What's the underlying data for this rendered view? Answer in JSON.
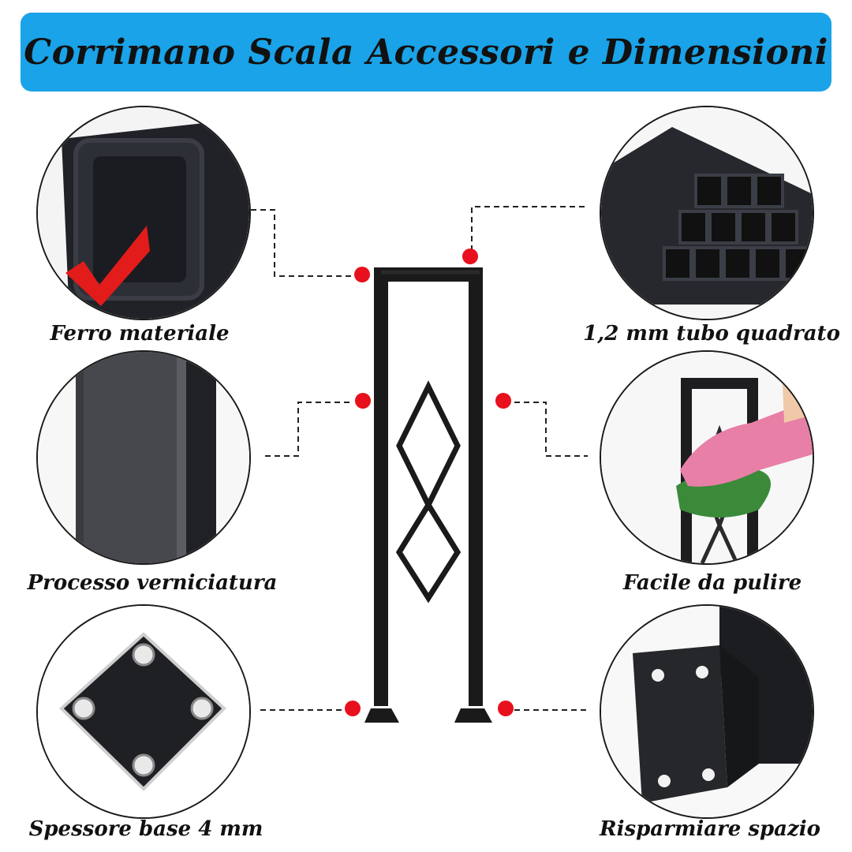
{
  "header": {
    "title": "Corrimano Scala Accessori e Dimensioni"
  },
  "colors": {
    "banner": "#1aa3e8",
    "marker": "#e8101c",
    "metal": "#1a1a1a",
    "check": "#e21b1b"
  },
  "features": [
    {
      "label": "Ferro materiale",
      "icon": "square-tube-end-checkmark"
    },
    {
      "label": "1,2 mm tubo quadrato",
      "icon": "stacked-square-tubes"
    },
    {
      "label": "Processo verniciatura",
      "icon": "painted-surface-closeup"
    },
    {
      "label": "Facile da pulire",
      "icon": "glove-wiping-rail"
    },
    {
      "label": "Spessore base 4 mm",
      "icon": "base-plate"
    },
    {
      "label": "Risparmiare spazio",
      "icon": "wall-bracket"
    }
  ]
}
